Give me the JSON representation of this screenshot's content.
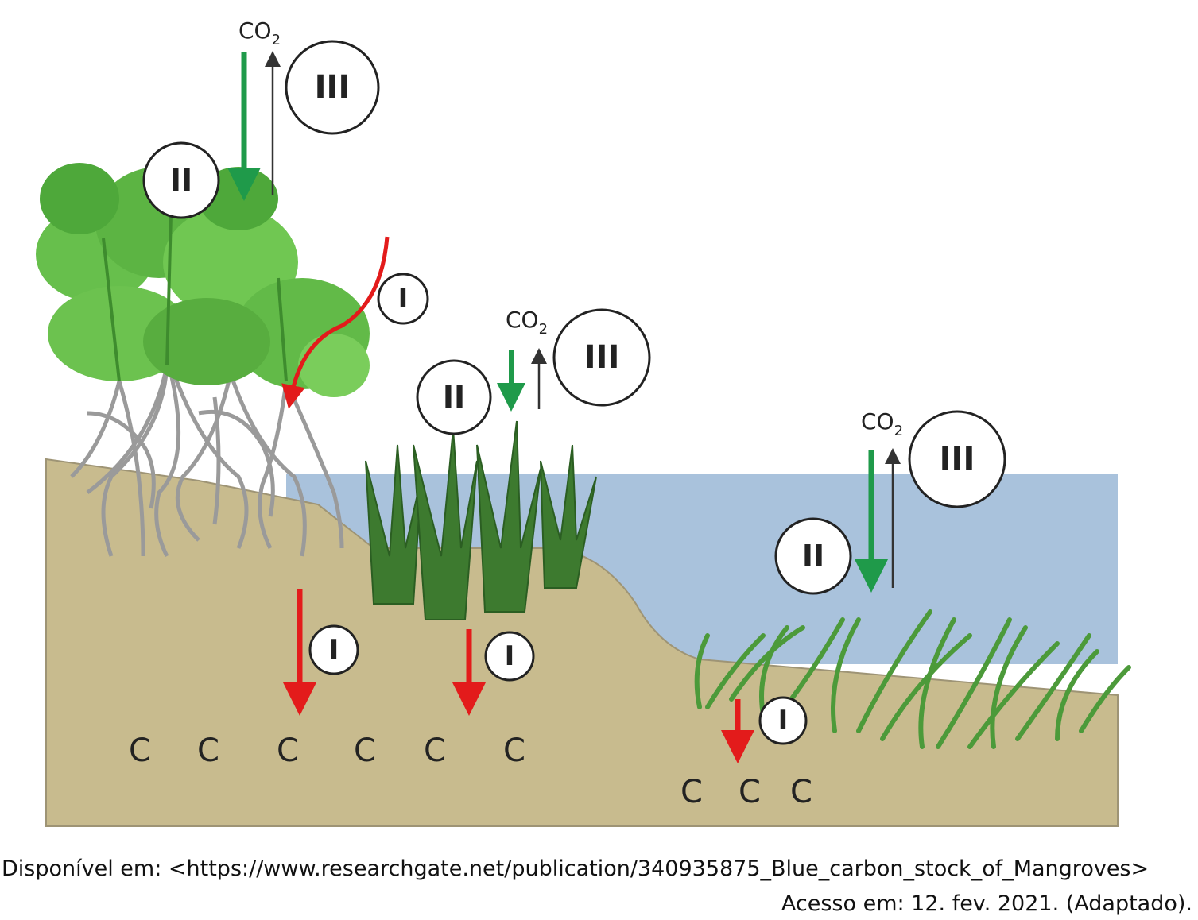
{
  "diagram": {
    "co2_label": "CO",
    "co2_subscript": "2",
    "labels": {
      "one": "I",
      "two": "II",
      "three": "III"
    },
    "carbon_symbol": "C",
    "colors": {
      "green_arrow": "#1f9a4a",
      "red_arrow": "#e31b1b",
      "soil": "#c8bb8e",
      "water": "#a9c2dc",
      "root": "#9a9a9a"
    }
  },
  "source": {
    "line1": "Disponível em: <https://www.researchgate.net/publication/340935875_Blue_carbon_stock_of_Mangroves>",
    "line2": "Acesso em: 12. fev. 2021. (Adaptado)."
  }
}
